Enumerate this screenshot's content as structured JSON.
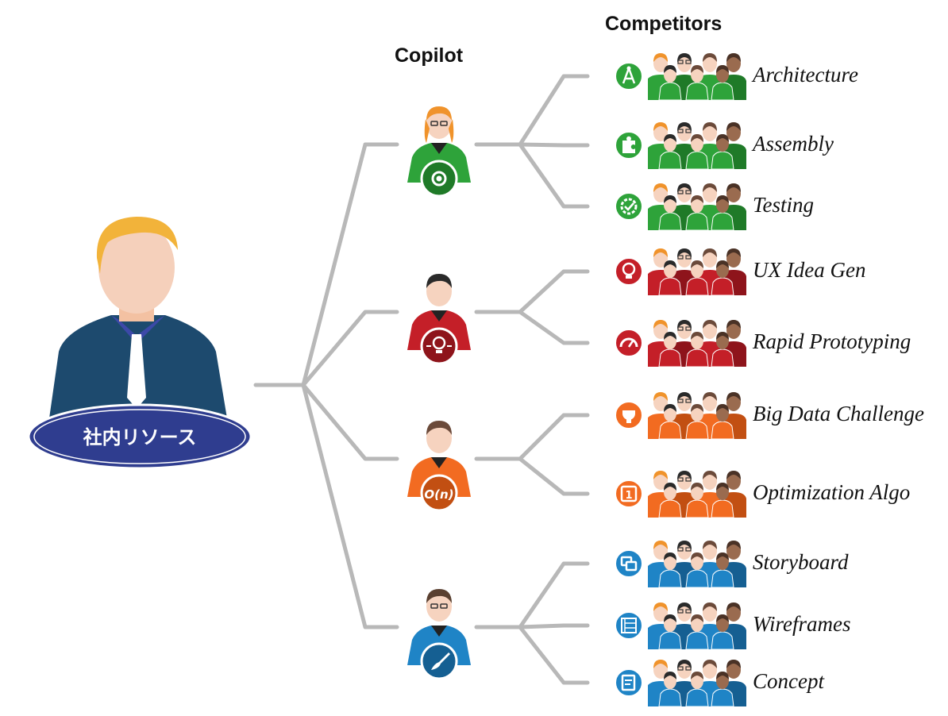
{
  "headers": {
    "copilot": "Copilot",
    "competitors": "Competitors"
  },
  "resource": {
    "label": "社内リソース"
  },
  "colors": {
    "green": "#2ea33a",
    "red": "#c41f28",
    "orange": "#f26b21",
    "blue": "#1f84c6",
    "connector": "#b8b8b8",
    "resource_badge": "#2f3d8f",
    "resource_suit": "#1d4a6e"
  },
  "groups": [
    {
      "color": "green",
      "copilot_icon": "gear-icon",
      "categories": [
        {
          "label": "Architecture",
          "icon": "compass-icon"
        },
        {
          "label": "Assembly",
          "icon": "puzzle-icon"
        },
        {
          "label": "Testing",
          "icon": "check-gear-icon"
        }
      ]
    },
    {
      "color": "red",
      "copilot_icon": "lightbulb-icon",
      "categories": [
        {
          "label": "UX Idea Gen",
          "icon": "lightbulb-icon"
        },
        {
          "label": "Rapid Prototyping",
          "icon": "speedometer-icon"
        }
      ]
    },
    {
      "color": "orange",
      "copilot_icon": "big-o-icon",
      "copilot_badge_text": "O(n)",
      "categories": [
        {
          "label": "Big Data Challenge",
          "icon": "trophy-icon"
        },
        {
          "label": "Optimization Algo",
          "icon": "number-one-icon"
        }
      ]
    },
    {
      "color": "blue",
      "copilot_icon": "brush-icon",
      "categories": [
        {
          "label": "Storyboard",
          "icon": "frames-icon"
        },
        {
          "label": "Wireframes",
          "icon": "wireframe-icon"
        },
        {
          "label": "Concept",
          "icon": "document-icon"
        }
      ]
    }
  ]
}
